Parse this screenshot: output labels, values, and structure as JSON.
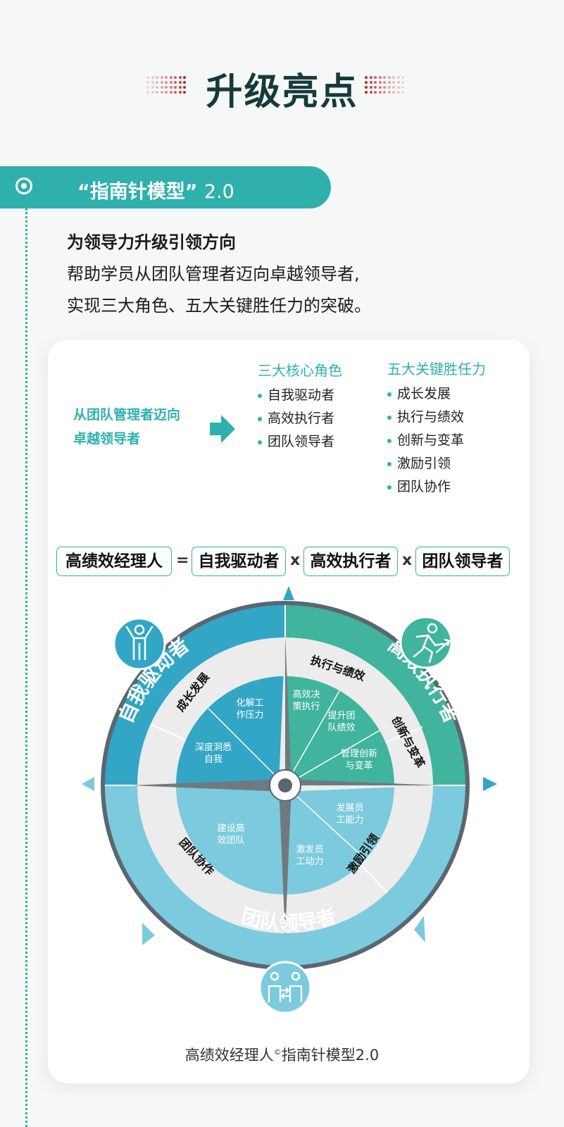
{
  "page": {
    "title": "升级亮点"
  },
  "tag": {
    "label": "“指南针模型”",
    "version": "2.0"
  },
  "intro": {
    "line1": "为领导力升级引领方向",
    "line2": "帮助学员从团队管理者迈向卓越领导者,",
    "line3": "实现三大角色、五大关键胜任力的突破。"
  },
  "card": {
    "from_text": "从团队管理者迈向卓越领导者",
    "roles": {
      "heading": "三大核心角色",
      "items": [
        "自我驱动者",
        "高效执行者",
        "团队领导者"
      ]
    },
    "competencies": {
      "heading": "五大关键胜任力",
      "items": [
        "成长发展",
        "执行与绩效",
        "创新与变革",
        "激励引领",
        "团队协作"
      ]
    },
    "formula": {
      "result": "高绩效经理人",
      "equals": "=",
      "term1": "自我驱动者",
      "times1": "x",
      "term2": "高效执行者",
      "times2": "x",
      "term3": "团队领导者"
    },
    "compass": {
      "outer": [
        "自我驱动者",
        "高效执行者",
        "团队领导者"
      ],
      "ring": [
        "成长发展",
        "执行与绩效",
        "创新与变革",
        "激励引领",
        "团队协作"
      ],
      "inner": [
        "化解工作压力",
        "深度洞悉自我",
        "高效决策执行",
        "提升团队绩效",
        "管理创新与变革",
        "发展员工能力",
        "激发员工动力",
        "建设高效团队"
      ],
      "colors": {
        "blue": "#33a6c6",
        "teal": "#40b49d",
        "light_blue": "#7ccadd",
        "ring": "#ececec",
        "rim": "#5b6770"
      }
    },
    "caption": {
      "prefix": "高绩效经理人",
      "mark": "©",
      "suffix": "指南针模型2.0"
    }
  }
}
